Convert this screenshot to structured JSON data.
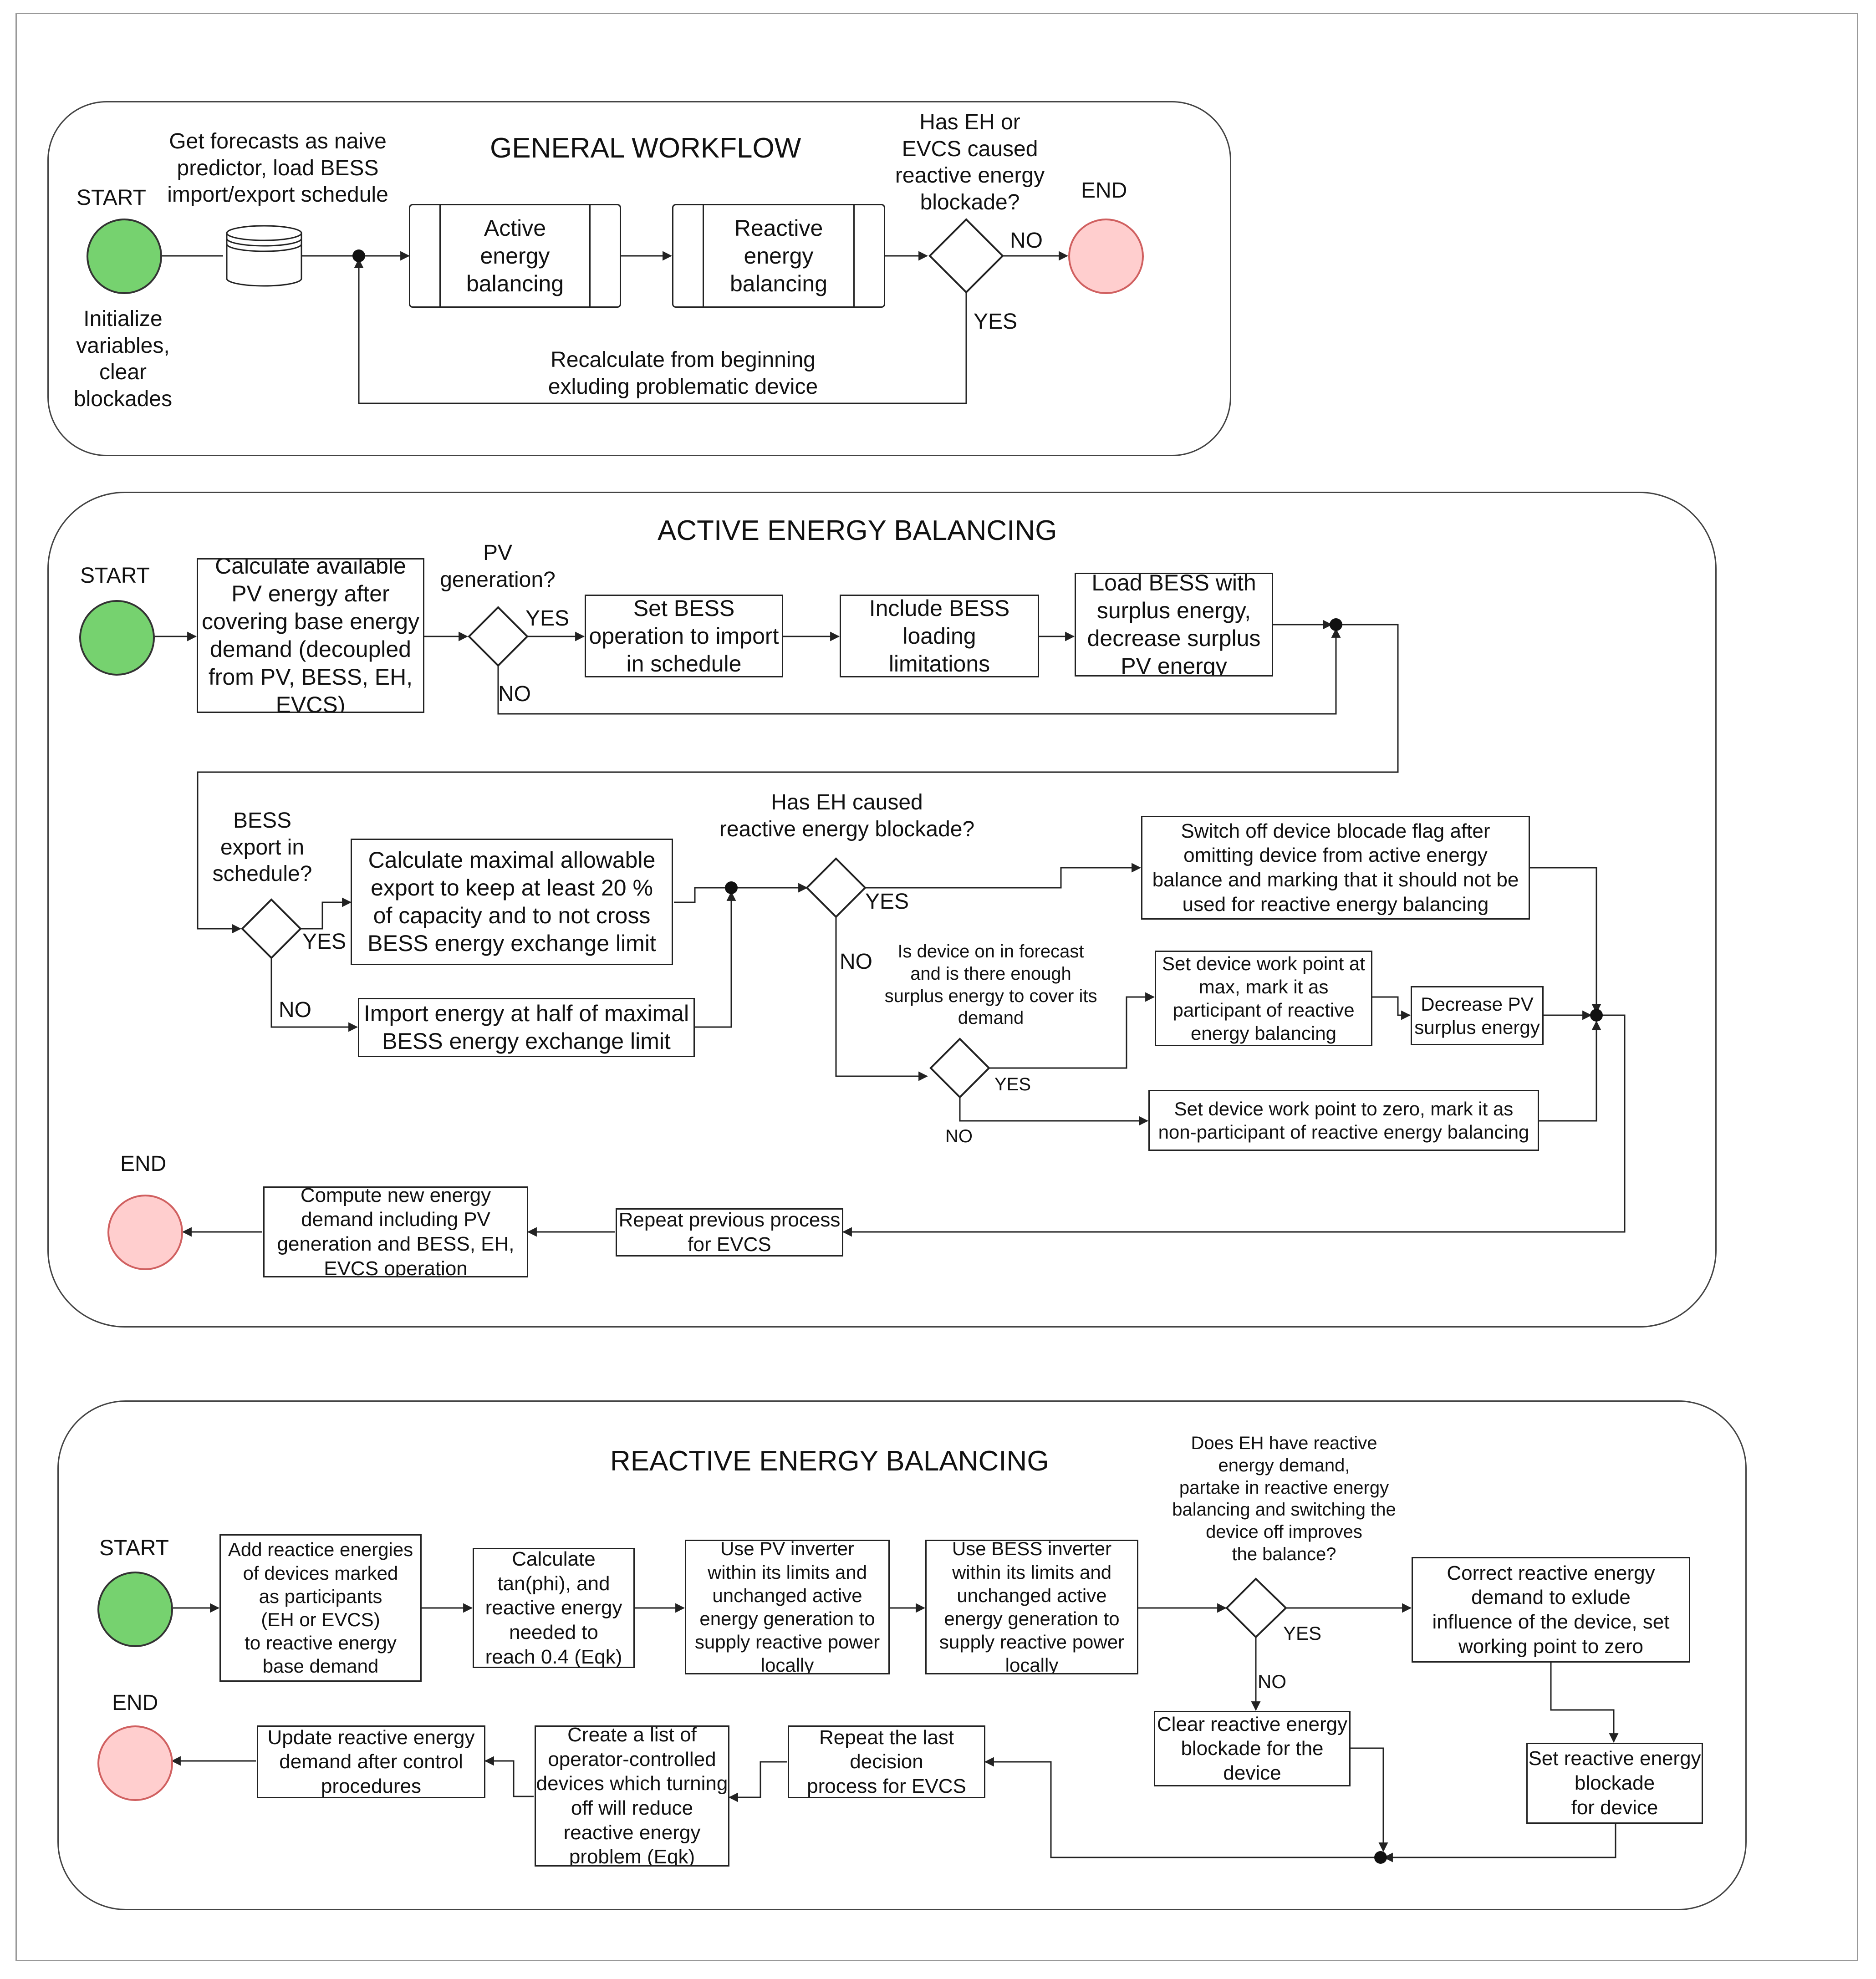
{
  "general": {
    "title": "GENERAL WORKFLOW",
    "start": "START",
    "end": "END",
    "init_note": "Initialize\nvariables,\nclear\nblockades",
    "forecast_note": "Get forecasts as naive\npredictor, load BESS\nimport/export schedule",
    "active": "Active\nenergy\nbalancing",
    "reactive": "Reactive\nenergy\nbalancing",
    "decision": "Has EH or\nEVCS caused\nreactive energy\nblockade?",
    "no": "NO",
    "yes": "YES",
    "loop_note": "Recalculate from beginning\nexluding problematic device"
  },
  "active": {
    "title": "ACTIVE ENERGY BALANCING",
    "start": "START",
    "end": "END",
    "calc_pv": "Calculate available\nPV energy after\ncovering base energy\ndemand (decoupled\nfrom PV, BESS, EH,\nEVCS)",
    "pv_gen_q": "PV\ngeneration?",
    "yes1": "YES",
    "no1": "NO",
    "set_bess": "Set BESS\noperation to import\nin schedule",
    "include_bess": "Include BESS\nloading\nlimitations",
    "load_bess": "Load BESS with\nsurplus energy,\ndecrease surplus\nPV energy",
    "bess_export_q": "BESS\nexport in\nschedule?",
    "yes2": "YES",
    "no2": "NO",
    "calc_max": "Calculate maximal allowable\nexport to keep at least 20 %\nof capacity and to not cross\nBESS energy exchange limit",
    "import_half": "Import energy at half of maximal\nBESS energy exchange limit",
    "eh_blockade_q": "Has EH caused\nreactive energy blockade?",
    "yes3": "YES",
    "no3": "NO",
    "switch_off": "Switch off device blocade flag after\nomitting device from active energy\nbalance and marking that it should not be\nused for reactive energy balancing",
    "device_on_q": "Is device on in forecast\nand is there enough\nsurplus energy to cover its\ndemand",
    "yes4": "YES",
    "no4": "NO",
    "set_max": "Set device work point at\nmax, mark it as\nparticipant of reactive\nenergy balancing",
    "decrease_pv": "Decrease PV\nsurplus energy",
    "set_zero": "Set device work point to zero, mark it as\nnon-participant of reactive energy balancing",
    "repeat_evcs": "Repeat previous process\nfor EVCS",
    "compute_new": "Compute new energy\ndemand including PV\ngeneration and BESS, EH,\nEVCS operation"
  },
  "reactive": {
    "title": "REACTIVE ENERGY BALANCING",
    "start": "START",
    "end": "END",
    "add_reactive": "Add reactice energies\nof devices marked\nas participants\n(EH or EVCS)\nto reactive energy\nbase demand",
    "calc_tan": "Calculate\ntan(phi), and\nreactive energy\nneeded to\nreach 0.4 (Eqk)",
    "use_pv": "Use PV inverter\nwithin its limits and\nunchanged active\nenergy generation to\nsupply reactive power\nlocally",
    "use_bess": "Use BESS inverter\nwithin its limits and\nunchanged active\nenergy generation to\nsupply reactive power\nlocally",
    "eh_demand_q": "Does EH have reactive\nenergy demand,\npartake in reactive energy\nbalancing and switching the\ndevice off improves\nthe balance?",
    "yes": "YES",
    "no": "NO",
    "correct": "Correct reactive energy\ndemand to exlude\ninfluence of the device, set\nworking point to zero",
    "set_blockade": "Set reactive energy\nblockade\nfor device",
    "clear_blockade": "Clear reactive energy\nblockade for the\ndevice",
    "repeat_last": "Repeat the last\ndecision\nprocess for EVCS",
    "create_list": "Create a list of\noperator-controlled\ndevices which turning\noff will reduce\nreactive energy\nproblem (Eqk)",
    "update_demand": "Update reactive energy\ndemand after control\nprocedures"
  },
  "colors": {
    "start_fill": "#76d26f",
    "end_fill": "#ffcece",
    "line": "#222222"
  }
}
